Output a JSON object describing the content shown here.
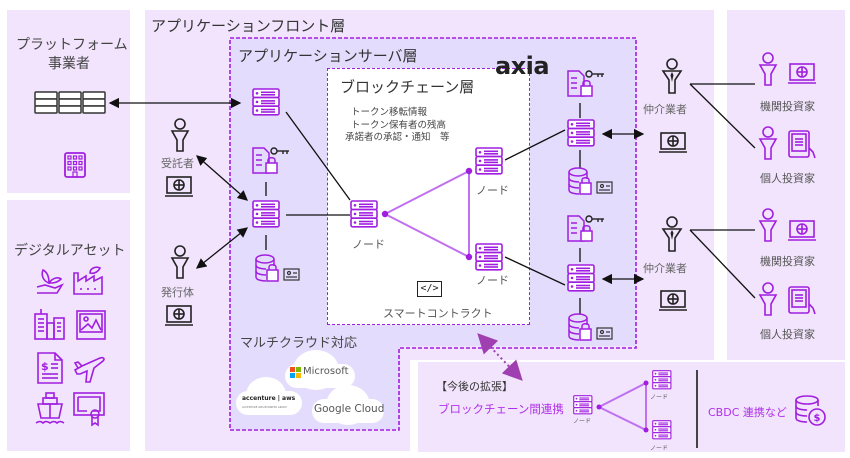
{
  "platform_panel": {
    "title_line1": "プラットフォーム",
    "title_line2": "事業者"
  },
  "digital_asset_panel": {
    "title": "デジタルアセット",
    "icons": [
      "plant-hand-icon",
      "factory-icon",
      "buildings-icon",
      "picture-icon",
      "invoice-icon",
      "airplane-icon",
      "ship-icon",
      "certificate-icon"
    ]
  },
  "front_layer": {
    "title": "アプリケーションフロント層",
    "trustee_label": "受託者",
    "issuer_label": "発行体"
  },
  "server_layer": {
    "title": "アプリケーションサーバ層",
    "multicloud_label": "マルチクラウド対応",
    "clouds": [
      "Microsoft",
      "accenture | aws",
      "ACCENTURE AWS BUSINESS GROUP",
      "Google Cloud"
    ]
  },
  "blockchain_layer": {
    "title": "ブロックチェーン層",
    "logo": "axia",
    "info_lines": [
      "トークン移転情報",
      "トークン保有者の残高",
      "承諾者の承認・通知　等"
    ],
    "node_label": "ノード",
    "smart_contract_label": "スマートコントラクト",
    "smart_contract_icon": "</>"
  },
  "brokers": [
    {
      "label": "仲介業者"
    },
    {
      "label": "仲介業者"
    }
  ],
  "investors": [
    {
      "label": "機関投資家"
    },
    {
      "label": "個人投資家"
    },
    {
      "label": "機関投資家"
    },
    {
      "label": "個人投資家"
    }
  ],
  "future": {
    "title": "【今後の拡張】",
    "interchain_label": "ブロックチェーン間連携",
    "node_label": "ノード",
    "cbdc_label": "CBDC 連携など"
  },
  "colors": {
    "accent": "#b030e8",
    "panel_bg": "#f1e4fc",
    "server_layer_bg": "#e4dcfc",
    "dash": "#a11ee0",
    "line_purple": "#c070f0"
  }
}
